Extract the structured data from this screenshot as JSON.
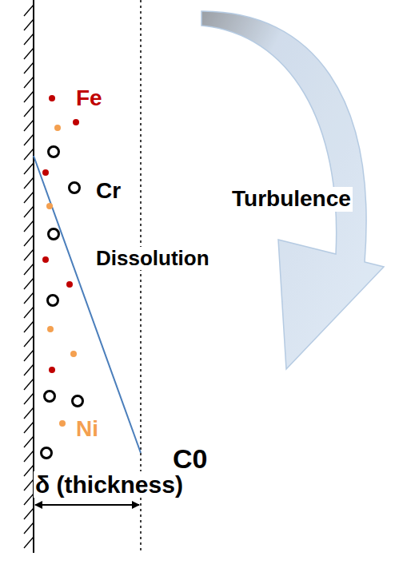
{
  "diagram": {
    "labels": [
      "Fe",
      "Cr",
      "Turbulence",
      "Dissolution",
      "Ni",
      "C0",
      "δ (thickness)"
    ]
  }
}
